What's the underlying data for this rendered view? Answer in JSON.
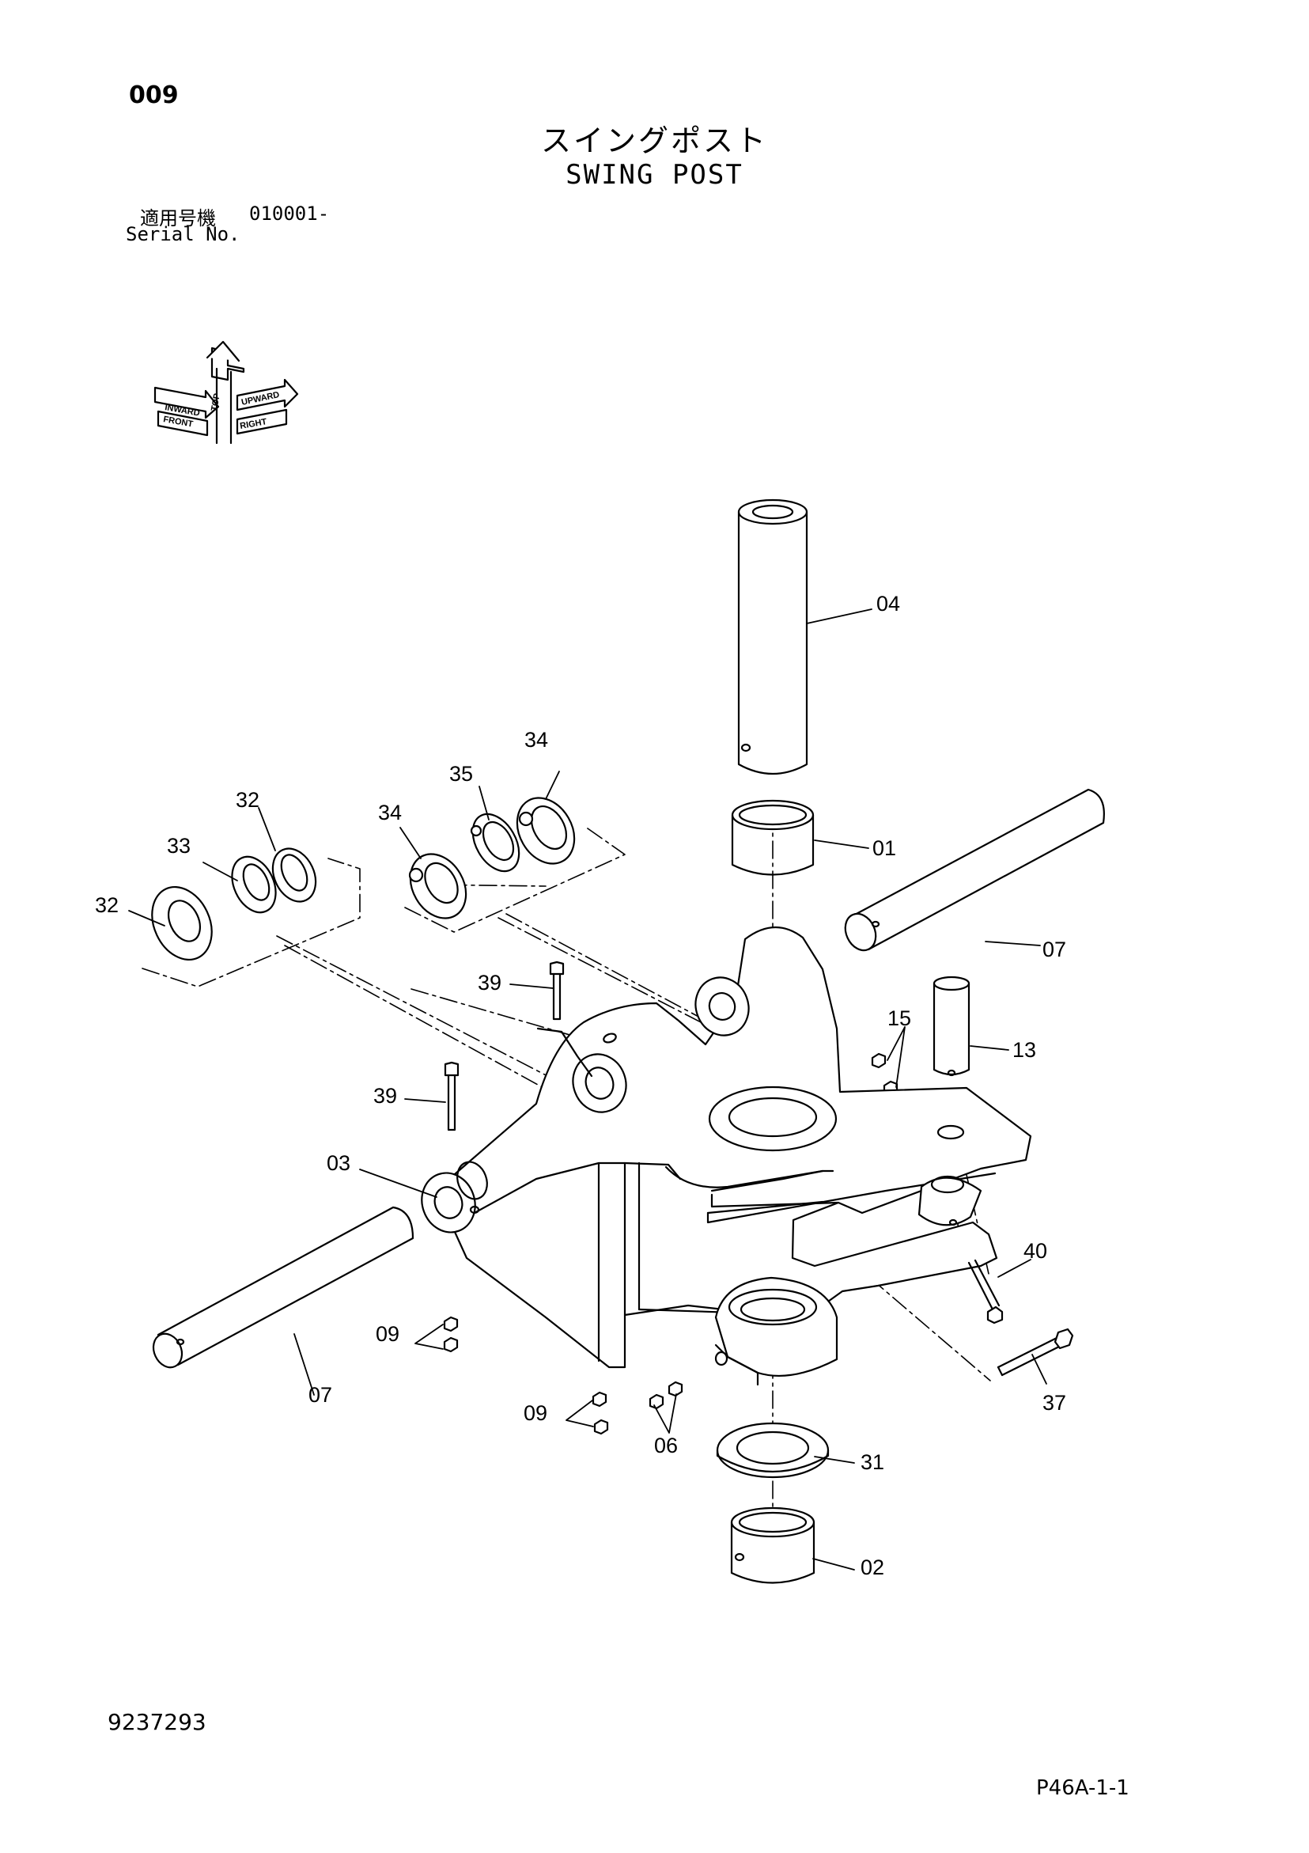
{
  "header": {
    "page_number": "009",
    "title_jp": "スイングポスト",
    "title_en": "SWING POST",
    "serial_label_jp": "適用号機",
    "serial_value": "010001-",
    "serial_label_en": "Serial No."
  },
  "direction_indicator": {
    "top": "TOP",
    "front": "FRONT",
    "right": "RIGHT",
    "side_a": "INWARD",
    "side_b": "UPWARD"
  },
  "callouts": {
    "c01": "01",
    "c02": "02",
    "c03": "03",
    "c04": "04",
    "c06": "06",
    "c07_right": "07",
    "c07_left": "07",
    "c09_left": "09",
    "c09_bottom": "09",
    "c13": "13",
    "c15": "15",
    "c31": "31",
    "c32_top": "32",
    "c32_left": "32",
    "c33": "33",
    "c34_top": "34",
    "c34_left": "34",
    "c35": "35",
    "c37": "37",
    "c39_top": "39",
    "c39_left": "39",
    "c40": "40"
  },
  "footer": {
    "doc_number": "9237293",
    "page_ref": "P46A-1-1"
  }
}
